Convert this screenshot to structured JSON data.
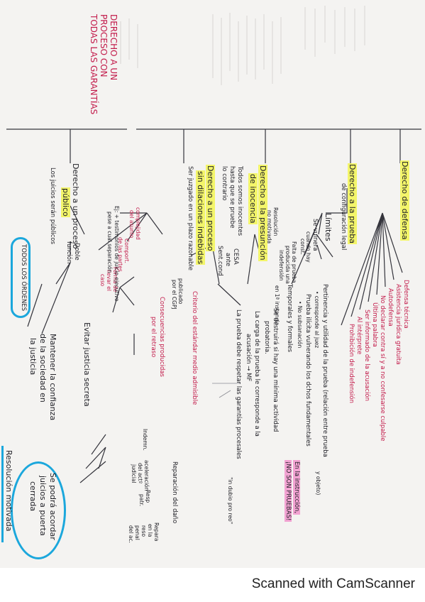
{
  "colors": {
    "ink": "#1d1d24",
    "red_ink": "#c21a4a",
    "highlight_yellow": "#f3f56a",
    "highlight_pink": "#f2a3d2",
    "circle_blue": "#1ba7dc"
  },
  "root": {
    "line1": "DERECHO A UN",
    "line2": "PROCESO CON",
    "line3": "TODAS LAS GARANTÍAS"
  },
  "defensa": {
    "title": "Derecho de defensa",
    "items": [
      "Defensa técnica",
      "Asistencia jurídica gratuita",
      "Autodefensa",
      "No declarar contra sí y a no confesarse culpable",
      "Última palabra",
      "Ser informado de la acusación",
      "Al intérprete",
      "Prohibición de indefensión"
    ]
  },
  "prueba": {
    "title_a": "Derecho a la prueba",
    "title_b": "de configuración legal",
    "limites": "Límites",
    "se_vulnera": "Se vulnera",
    "cuando_hay": "cuando hay",
    "const": "const.",
    "falta_a": "Falta de prueba",
    "falta_b": "producida una",
    "falta_c": "indefensión",
    "res_a": "Resolución",
    "res_b": "no motivada",
    "p1a": "Pertinencia y utilidad de la prueba (relación entre prueba",
    "p1b": "y objeto)",
    "p1c": "• corresponde al juez",
    "p2": "Prueba ilícita vulnerando los dchos fundamentales",
    "p2b": "• No subsanación",
    "p3": "Temporales y formales",
    "instr_a": "En la instrucción,",
    "instr_b": "¡NO SON PRUEBAS!",
    "instr_c": "en 1ª instancia"
  },
  "presuncion": {
    "title_a": "Derecho a la presunción",
    "title_b": "de inocencia",
    "t1": "Todos somos inocentes",
    "t2": "hasta que se pruebe",
    "t3": "lo contrario",
    "cesa_a": "CESA",
    "cesa_b": "ante",
    "cesa_c": "Sent.cond",
    "c1": "La carga de la prueba le corresponde a la",
    "c2": "acusación → MF",
    "c3": "La prueba debe respetar las garantías procesales",
    "c4": "\"in dubio pro reo\"",
    "c5": "Se destruirá si hay una mínima actividad",
    "c6": "probatoria."
  },
  "dilaciones": {
    "title_a": "Derecho a un proceso",
    "title_b": "sin dilaciones indebidas",
    "t1": "Ser juzgado en un plazo razonable",
    "pub_a": "publicado",
    "pub_b": "por el CGPJ",
    "crit": "Criterio del estándar medio admisible",
    "comp_a": "complejidad",
    "comp_b": "del asunto",
    "cond_a": "Comport.",
    "cond_b": "de las partes",
    "forma_a": "Forma de",
    "forma_b": "llevar el",
    "forma_c": "caso",
    "ej_a": "Ej: + testimonios de juicio ejecutivo",
    "ej_b": "pese a cual separación",
    "cons": "Consecuencias producidas",
    "cons_b": "por el retraso",
    "rep_title": "Reparación del daño",
    "indemn": "Indemn.",
    "acel_a": "aceleración",
    "acel_b": "del actº",
    "acel_c": "judicial",
    "resp_a": "Resp",
    "resp_b": "patr.",
    "pena_a": "Repara",
    "pena_b": "en la",
    "pena_c": "reso",
    "pena_d": "penal",
    "pena_e": "del ac."
  },
  "publico": {
    "title_a": "Derecho a un proceso",
    "title_b": "público",
    "t1": "Los juicios serán públicos",
    "doble_a": "Doble",
    "doble_b": "función",
    "f1": "Evitar justicia secreta",
    "f2a": "Mantener la confianza",
    "f2b": "de la sociedad en",
    "f2c": "la justicia",
    "ordenes": "TODOS LOS ÓRDENES",
    "acordar_a": "Se podrá acordar",
    "acordar_b": "juicios a puerta",
    "acordar_c": "cerrada",
    "motivada": "Resolución motivada"
  },
  "footer": {
    "brand": "Scanned with CamScanner"
  }
}
